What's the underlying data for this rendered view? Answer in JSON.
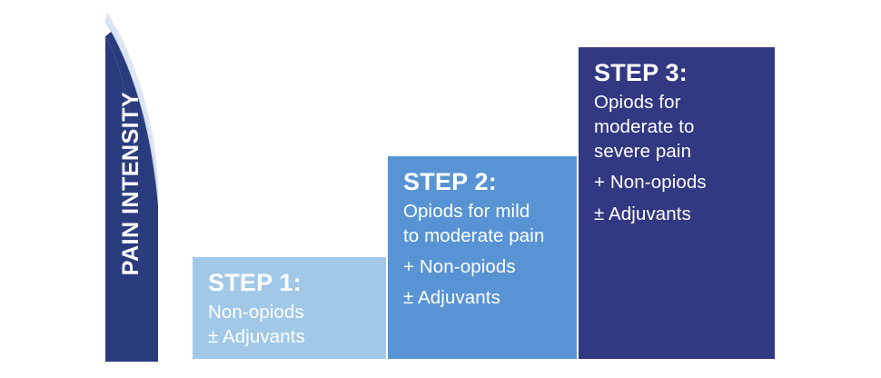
{
  "figure": {
    "axis": {
      "label": "PAIN INTENSITY",
      "icon": "pain-intensity-arrow",
      "banner_color": "#2b3c7e",
      "banner_highlight_color": "#c8d6ec"
    },
    "steps": [
      {
        "id": "step-1",
        "title": "STEP 1:",
        "lines": [
          "Non-opiods",
          "± Adjuvants"
        ],
        "color": "#a2c8e8"
      },
      {
        "id": "step-2",
        "title": "STEP 2:",
        "lines": [
          "Opiods for mild",
          "to moderate pain",
          "+ Non-opiods",
          "± Adjuvants"
        ],
        "color": "#5894d4"
      },
      {
        "id": "step-3",
        "title": "STEP 3:",
        "lines": [
          "Opiods for",
          "moderate to",
          "severe pain",
          "+ Non-opiods",
          "± Adjuvants"
        ],
        "color": "#323882"
      }
    ]
  },
  "chart_data": {
    "type": "bar",
    "title": "",
    "xlabel": "",
    "ylabel": "PAIN INTENSITY",
    "categories": [
      "STEP 1:",
      "STEP 2:",
      "STEP 3:"
    ],
    "values": [
      1,
      2,
      3
    ],
    "ylim": [
      0,
      3
    ],
    "grid": false,
    "legend": false,
    "annotations": [
      "STEP 1: Non-opiods ± Adjuvants",
      "STEP 2: Opiods for mild to moderate pain + Non-opiods ± Adjuvants",
      "STEP 3: Opiods for moderate to severe pain + Non-opiods ± Adjuvants"
    ],
    "series_colors": [
      "#a2c8e8",
      "#5894d4",
      "#323882"
    ]
  }
}
